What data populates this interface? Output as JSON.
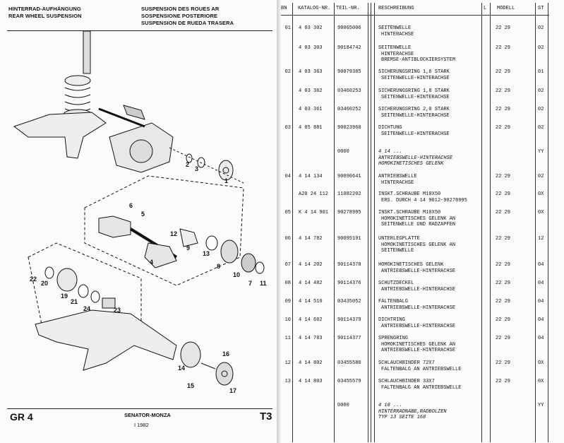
{
  "header": {
    "de": [
      "HINTERRAD-AUFHÄNGUNG",
      "REAR WHEEL SUSPENSION"
    ],
    "other": [
      "SUSPENSION DES ROUES AR",
      "SOSPENSIONE POSTERIORE",
      "SUSPENSION DE RUEDA TRASERA"
    ]
  },
  "footer": {
    "group": "GR 4",
    "model": "SENATOR-MONZA",
    "date": "I 1982",
    "page": "T3"
  },
  "callouts": [
    "1",
    "2",
    "3",
    "4",
    "5",
    "6",
    "7",
    "8",
    "9",
    "10",
    "11",
    "12",
    "13",
    "14",
    "15",
    "16",
    "17",
    "19",
    "20",
    "21",
    "22",
    "23",
    "24"
  ],
  "table": {
    "columns": [
      "BN",
      "KATALOG-NR.",
      "TEIL-NR.",
      "BESCHREIBUNG",
      "L",
      "MODELL",
      "ST"
    ],
    "rows": [
      {
        "bn": "01",
        "kat": "4 03 302",
        "teil": "90065006",
        "desc": [
          "SEITENWELLE",
          "HINTERACHSE"
        ],
        "mod": "22 29",
        "st": "02"
      },
      {
        "bn": "",
        "kat": "4 03 303",
        "teil": "90184742",
        "desc": [
          "SEITENWELLE",
          "HINTERACHSE",
          "BREMSE-ANTIBLOCKIERSYSTEM"
        ],
        "mod": "22 29",
        "st": "02"
      },
      {
        "bn": "02",
        "kat": "4 03 363",
        "teil": "90079385",
        "desc": [
          "SICHERUNGSRING 1,6 STARK",
          "SEITENWELLE-HINTERACHSE"
        ],
        "mod": "22 29",
        "st": "01"
      },
      {
        "bn": "",
        "kat": "4 03 362",
        "teil": "03460253",
        "desc": [
          "SICHERUNGSRING 1,8 STARK",
          "SEITENWELLE-HINTERACHSE"
        ],
        "mod": "22 29",
        "st": "02"
      },
      {
        "bn": "",
        "kat": "4 03 361",
        "teil": "03460252",
        "desc": [
          "SICHERUNGSRING 2,0 STARK",
          "SEITENWELLE-HINTERACHSE"
        ],
        "mod": "22 29",
        "st": "02"
      },
      {
        "bn": "03",
        "kat": "4 05 881",
        "teil": "90023960",
        "desc": [
          "DICHTUNG",
          "SEITENWELLE-HINTERACHSE"
        ],
        "mod": "22 29",
        "st": "02"
      },
      {
        "bn": "",
        "kat": "",
        "teil": "0000",
        "desc": [
          "4 14 ...",
          "ANTRIEBSWELLE-HINTERACHSE",
          "HOMOKINETISCHES GELENK"
        ],
        "mod": "",
        "st": "YY",
        "italic": true
      },
      {
        "bn": "04",
        "kat": "4 14 134",
        "teil": "90090641",
        "desc": [
          "ANTRIEBSWELLE",
          "HINTERACHSE"
        ],
        "mod": "22 29",
        "st": "02"
      },
      {
        "bn": "",
        "kat": "A20 24 112",
        "teil": "11082202",
        "desc": [
          "INSKT.SCHRAUBE M10X50",
          "ERS. DURCH 4 14 9012-90278995"
        ],
        "mod": "22 29",
        "st": "0X"
      },
      {
        "bn": "05",
        "kat": "K 4 14 901",
        "teil": "90278995",
        "desc": [
          "INSKT.SCHRAUBE M10X50",
          "HOMOKINETISCHES GELENK AN",
          "SEITENWELLE UND RADZAPFEN"
        ],
        "mod": "22 29",
        "st": "0X"
      },
      {
        "bn": "06",
        "kat": "4 14 782",
        "teil": "90095191",
        "desc": [
          "UNTERLEGPLATTE",
          "HOMOKINETISCHES GELENK AN",
          "SEITENWELLE"
        ],
        "mod": "22 29",
        "st": "12"
      },
      {
        "bn": "07",
        "kat": "4 14 202",
        "teil": "90114378",
        "desc": [
          "HOMOKINETISCHES GELENK",
          "ANTRIEBSWELLE-HINTERACHSE"
        ],
        "mod": "22 29",
        "st": "04"
      },
      {
        "bn": "08",
        "kat": "4 14 482",
        "teil": "90114376",
        "desc": [
          "SCHUTZDECKEL",
          "ANTRIEBSWELLE-HINTERACHSE"
        ],
        "mod": "22 29",
        "st": "04"
      },
      {
        "bn": "09",
        "kat": "4 14 510",
        "teil": "03435052",
        "desc": [
          "FALTENBALG",
          "ANTRIEBSWELLE-HINTERACHSE"
        ],
        "mod": "22 29",
        "st": "04"
      },
      {
        "bn": "10",
        "kat": "4 14 662",
        "teil": "90114379",
        "desc": [
          "DICHTRING",
          "ANTRIEBSWELLE-HINTERACHSE"
        ],
        "mod": "22 29",
        "st": "04"
      },
      {
        "bn": "11",
        "kat": "4 14 783",
        "teil": "90114377",
        "desc": [
          "SPRENGRING",
          "HOMOKINETISCHES GELENK AN",
          "ANTRIEBSWELLE-HINTERACHSE"
        ],
        "mod": "22 29",
        "st": "04"
      },
      {
        "bn": "12",
        "kat": "4 14 802",
        "teil": "03455580",
        "desc": [
          "SCHLAUCHBINDER 72X7",
          "FALTENBALG AN ANTRIEBSWELLE"
        ],
        "mod": "22 29",
        "st": "0X"
      },
      {
        "bn": "13",
        "kat": "4 14 803",
        "teil": "03455579",
        "desc": [
          "SCHLAUCHBINDER 33X7",
          "FALTENBALG AN ANTRIEBSWELLE"
        ],
        "mod": "22 29",
        "st": "0X"
      },
      {
        "bn": "",
        "kat": "",
        "teil": "0000",
        "desc": [
          "4 18 ...",
          "HINTERRADNABE,RADBOLZEN",
          "TYP 13 SEITE 168"
        ],
        "mod": "",
        "st": "YY",
        "italic": true
      }
    ]
  }
}
